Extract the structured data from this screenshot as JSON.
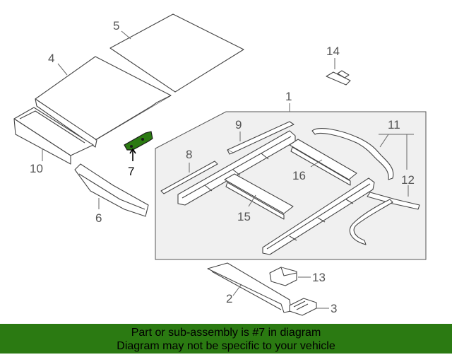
{
  "highlight_color": "#2b7a12",
  "callouts": {
    "c1": "1",
    "c2": "2",
    "c3": "3",
    "c4": "4",
    "c5": "5",
    "c6": "6",
    "c7": "7",
    "c8": "8",
    "c9": "9",
    "c10": "10",
    "c11": "11",
    "c12": "12",
    "c13": "13",
    "c14": "14",
    "c15": "15",
    "c16": "16"
  },
  "banner": {
    "line1": "Part or sub-assembly is #7 in diagram",
    "line2": "Diagram may not be specific to your vehicle"
  }
}
